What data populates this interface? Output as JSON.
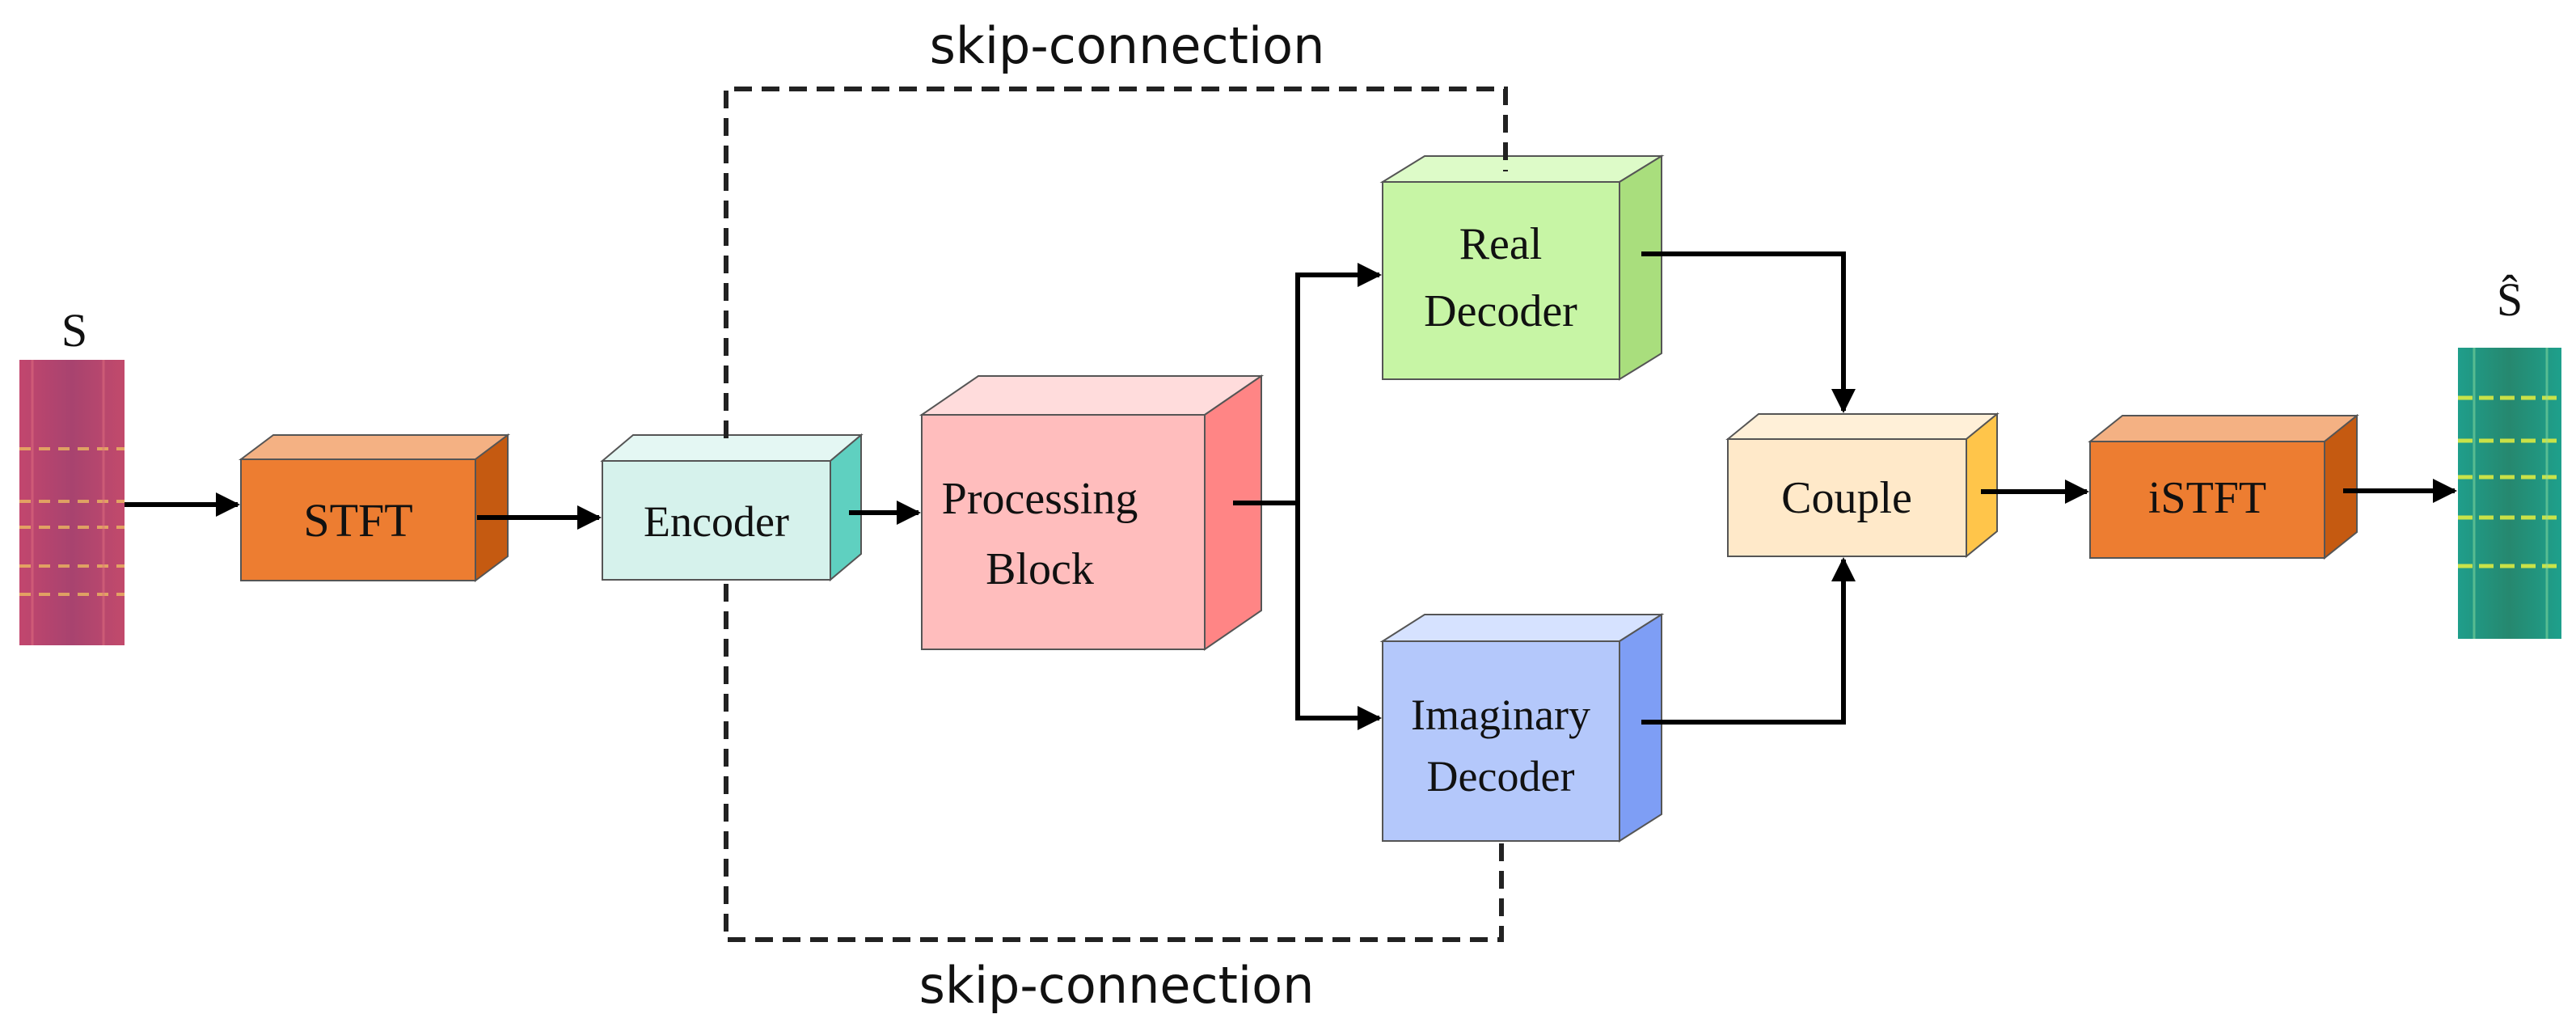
{
  "input_label": "S",
  "output_label": "Ŝ",
  "skip_top": "skip-connection",
  "skip_bottom": "skip-connection",
  "blocks": {
    "stft": "STFT",
    "encoder": "Encoder",
    "processing": [
      "Processing",
      "Block"
    ],
    "real": [
      "Real",
      "Decoder"
    ],
    "imag": [
      "Imaginary",
      "Decoder"
    ],
    "couple": "Couple",
    "istft": "iSTFT"
  },
  "colors": {
    "stft": "#ED7D31",
    "encoder": "#D6F2EC",
    "processing": "#FFBDBD",
    "real": "#C7F5A5",
    "imag": "#B4C8FB",
    "couple": "#FFE9C9",
    "istft": "#ED7D31",
    "input_spectrogram": "#B84570",
    "output_spectrogram": "#1F9C88"
  }
}
